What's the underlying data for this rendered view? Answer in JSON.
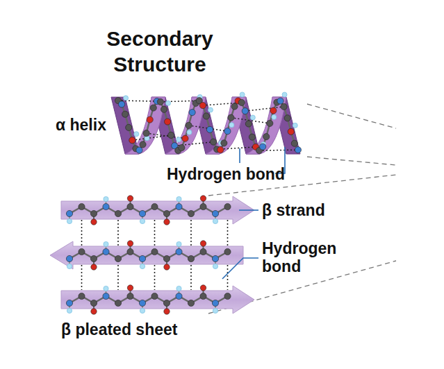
{
  "diagram": {
    "title": "Secondary Structure",
    "labels": [
      "α helix",
      "Hydrogen bond",
      "β strand",
      "Hydrogen bond",
      "β pleated sheet"
    ]
  }
}
